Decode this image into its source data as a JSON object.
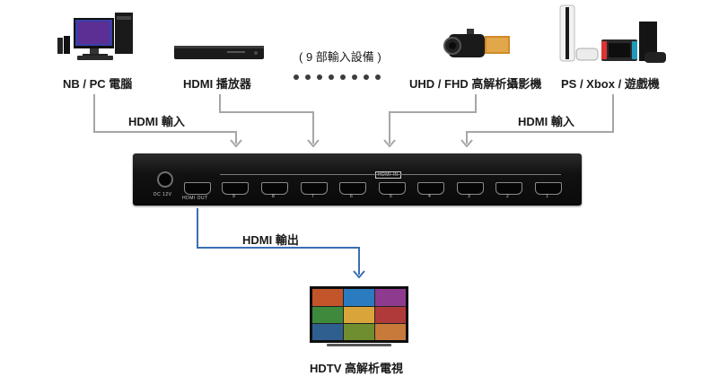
{
  "sources": {
    "pc": "NB / PC 電腦",
    "player": "HDMI 播放器",
    "camera": "UHD / FHD 高解析攝影機",
    "console": "PS / Xbox / 遊戲機",
    "more_note": "( 9 部輸入設備 )"
  },
  "inputs": {
    "left_label": "HDMI 輸入",
    "right_label": "HDMI 輸入"
  },
  "switcher": {
    "power_label": "DC 12V",
    "out_label": "HDMI OUT",
    "in_label": "HDMI IN",
    "port_numbers": [
      "9",
      "8",
      "7",
      "6",
      "5",
      "4",
      "3",
      "2",
      "1"
    ]
  },
  "output": {
    "label": "HDMI 輸出",
    "display_label": "HDTV 高解析電視"
  },
  "colors": {
    "input_wire": "#a6a6a6",
    "output_wire": "#3a6fb5"
  }
}
